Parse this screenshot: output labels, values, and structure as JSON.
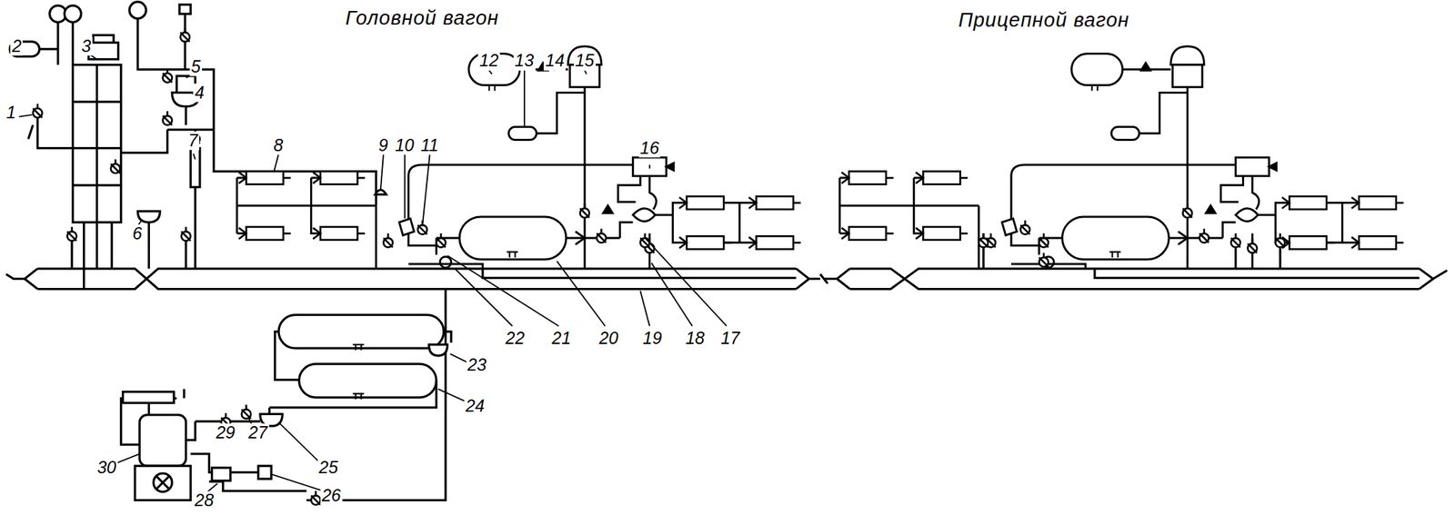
{
  "diagram": {
    "labels": [
      "Головной вагон",
      "Прицепной вагон",
      "1",
      "2",
      "3",
      "4",
      "5",
      "6",
      "7",
      "8",
      "9",
      "10",
      "11",
      "12",
      "13",
      "14",
      "15",
      "16",
      "17",
      "18",
      "19",
      "20",
      "21",
      "22",
      "23",
      "24",
      "25",
      "26",
      "27",
      "28",
      "29",
      "30"
    ]
  }
}
